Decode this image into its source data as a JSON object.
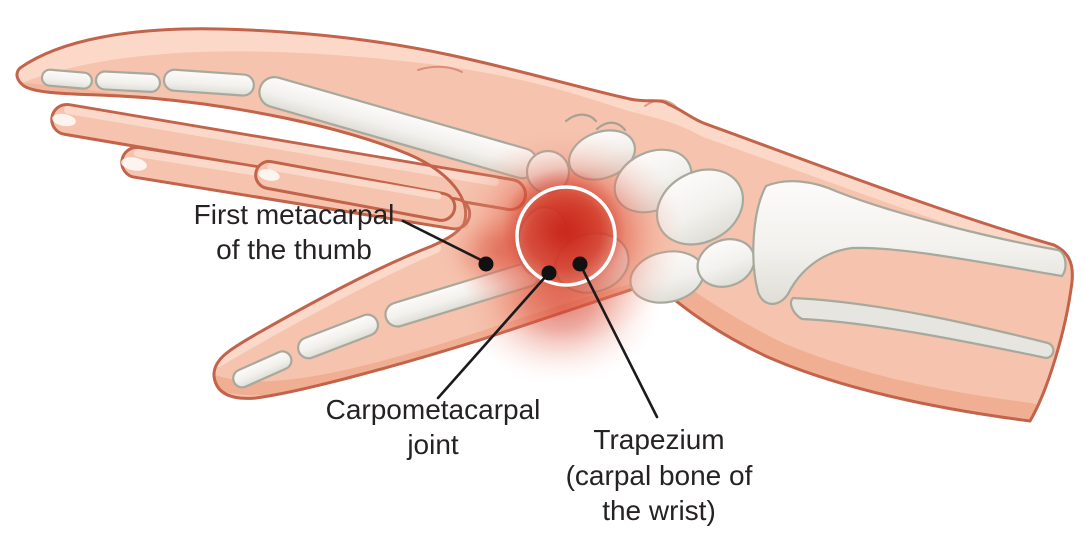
{
  "labels": {
    "first_metacarpal": {
      "lines": [
        "First metacarpal",
        "of the thumb"
      ]
    },
    "carpometacarpal_joint": {
      "lines": [
        "Carpometacarpal",
        "joint"
      ]
    },
    "trapezium": {
      "lines": [
        "Trapezium",
        "(carpal bone of",
        "the wrist)"
      ]
    }
  },
  "colors": {
    "background": "#ffffff",
    "skin": "#f5c3ae",
    "skin_highlight": "#fbdccd",
    "skin_shade": "#efa98c",
    "skin_outline": "#c2634a",
    "bone": "#f7f6f3",
    "bone_outline": "#a6a99c",
    "pain_glow_red": "#d23322",
    "highlight_ring": "#ffffff",
    "marker_dot": "#111111",
    "pointer_line": "#1b1b1b",
    "label_text": "#262223"
  }
}
